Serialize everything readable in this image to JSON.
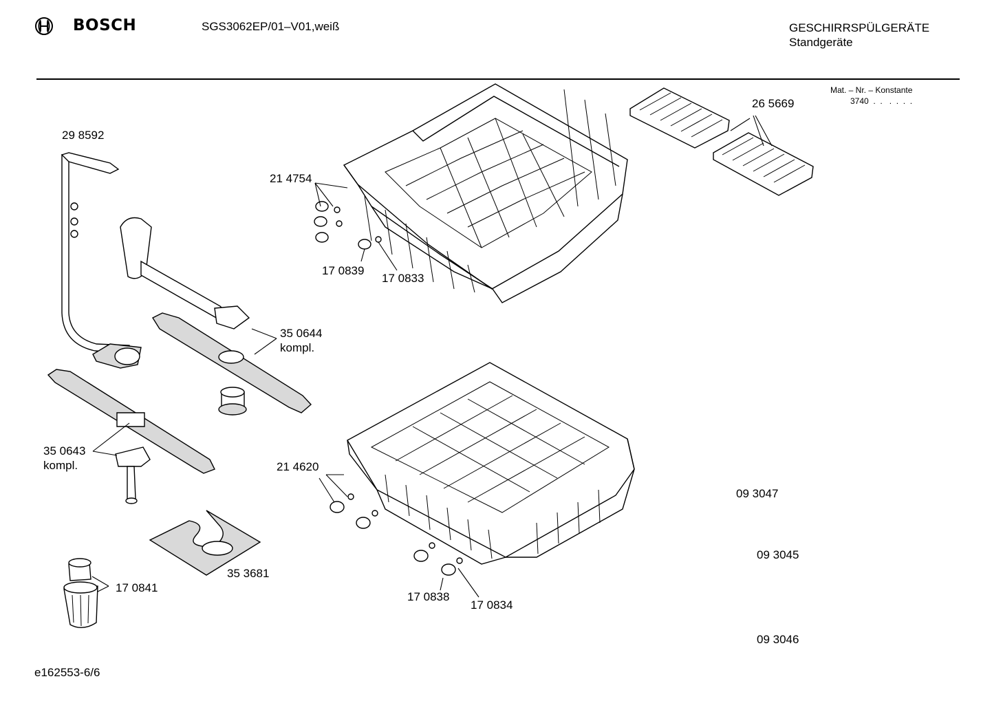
{
  "brand": {
    "name": "BOSCH",
    "logo_icon": "bosch-armature-icon"
  },
  "model": "SGS3062EP/01–V01,weiß",
  "category": {
    "line1": "GESCHIRRSPÜLGERÄTE",
    "line2": "Standgeräte"
  },
  "mat_note": {
    "label": "Mat. – Nr. – Konstante",
    "value": "3740  .  .   .  .  .  ."
  },
  "parts": {
    "p298592": "29 8592",
    "p214754": "21 4754",
    "p170839": "17 0839",
    "p170833": "17 0833",
    "p265669": "26 5669",
    "p350644": "35 0644",
    "p350644_note": "kompl.",
    "p350643": "35 0643",
    "p350643_note": "kompl.",
    "p214620": "21 4620",
    "p093047": "09 3047",
    "p093045": "09 3045",
    "p093046": "09 3046",
    "p353681": "35 3681",
    "p170841": "17 0841",
    "p170838": "17 0838",
    "p170834": "17 0834"
  },
  "footer": {
    "doc_id": "e162553-6/6"
  },
  "colors": {
    "line": "#000000",
    "background": "#ffffff",
    "shade": "#d9d9d9"
  }
}
